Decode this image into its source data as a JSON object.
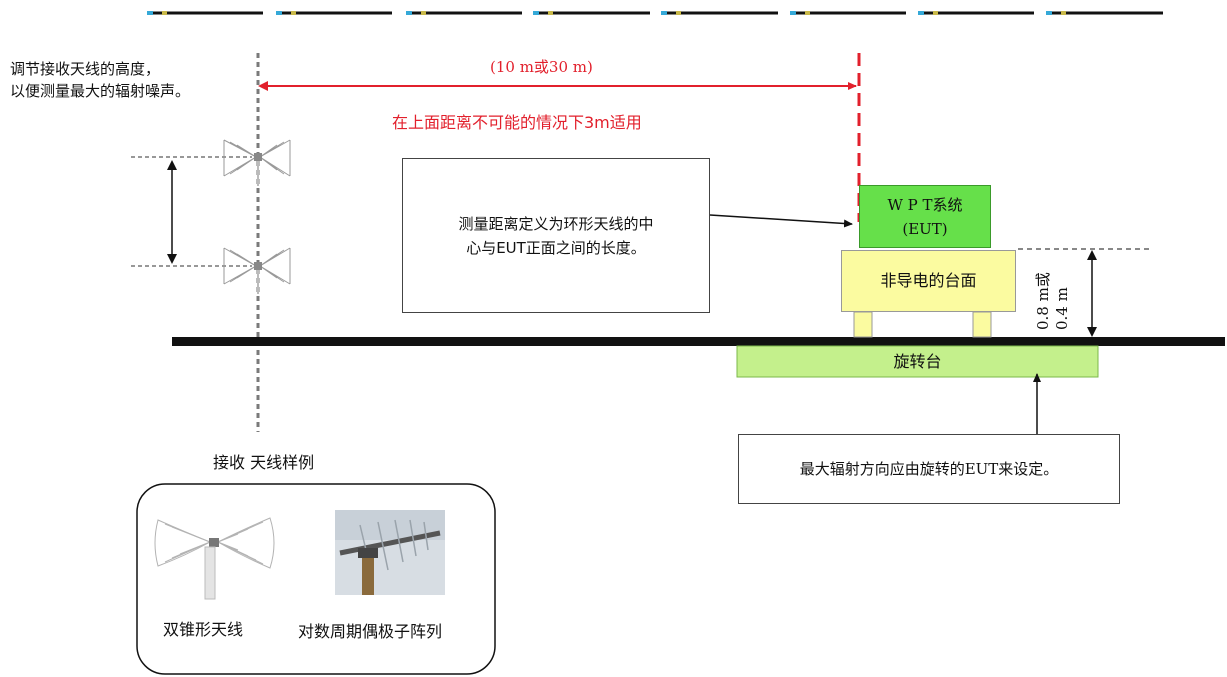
{
  "adjust_note": [
    "调节接收天线的高度，",
    "以便测量最大的辐射噪声。"
  ],
  "distance": {
    "label": "(10 m或30 m)",
    "note": "在上面距离不可能的情况下3m适用"
  },
  "definition_box": [
    "测量距离定义为环形天线的中",
    "心与EUT正面之间的长度。"
  ],
  "eut": {
    "line1": "W P T系统",
    "line2": "(EUT)"
  },
  "table_label": "非导电的台面",
  "height_label": [
    "0.8 m或",
    "0.4 m"
  ],
  "turntable_label": "旋转台",
  "rotation_box": "最大辐射方向应由旋转的EUT来设定。",
  "examples": {
    "title": "接收 天线样例",
    "biconical_label": "双锥形天线",
    "logperiodic_label": "对数周期偶极子阵列"
  },
  "colors": {
    "red": "#e2202c",
    "eut_green": "#66e04a",
    "table_yellow": "#fbfba0",
    "turntable_green": "#c4f08c"
  }
}
